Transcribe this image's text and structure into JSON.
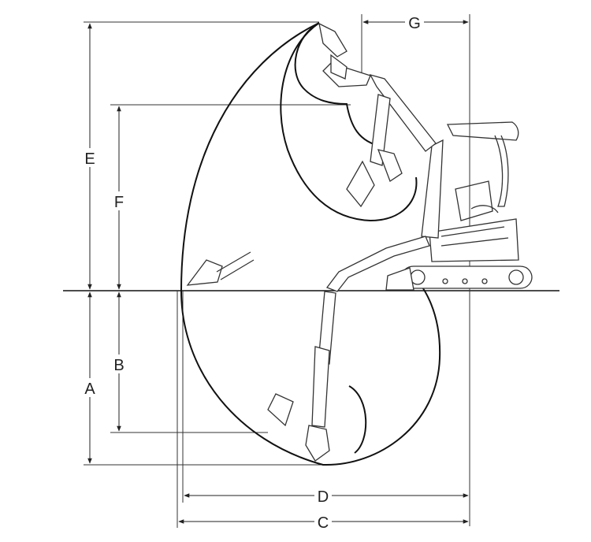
{
  "dimensions": {
    "A": "A",
    "B": "B",
    "C": "C",
    "D": "D",
    "E": "E",
    "F": "F",
    "G": "G"
  },
  "colors": {
    "line": "#222222",
    "background": "#ffffff"
  },
  "icons": [
    "excavator-illustration",
    "dig-reach-envelope"
  ]
}
